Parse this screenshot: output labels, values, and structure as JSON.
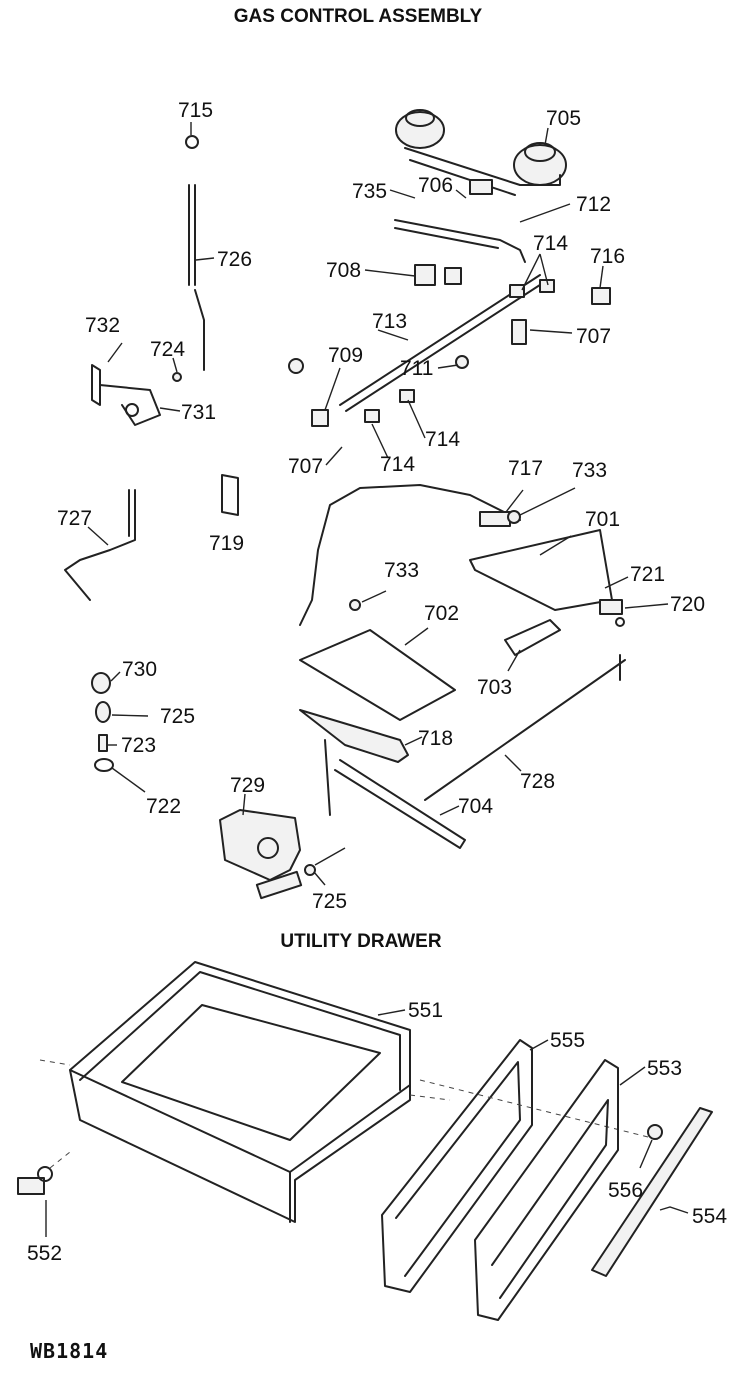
{
  "titles": {
    "gas_control_assembly": "GAS CONTROL ASSEMBLY",
    "utility_drawer": "UTILITY DRAWER"
  },
  "model_number": "WB1814",
  "callouts": {
    "c715": "715",
    "c705": "705",
    "c735": "735",
    "c706": "706",
    "c712": "712",
    "c726": "726",
    "c714a": "714",
    "c716": "716",
    "c708": "708",
    "c713": "713",
    "c707a": "707",
    "c732": "732",
    "c724": "724",
    "c709": "709",
    "c711": "711",
    "c731": "731",
    "c714b": "714",
    "c707b": "707",
    "c714c": "714",
    "c717": "717",
    "c733a": "733",
    "c727": "727",
    "c719": "719",
    "c701": "701",
    "c733b": "733",
    "c721": "721",
    "c702": "702",
    "c720": "720",
    "c730": "730",
    "c703": "703",
    "c725a": "725",
    "c723": "723",
    "c718": "718",
    "c722": "722",
    "c728": "728",
    "c729": "729",
    "c704": "704",
    "c725b": "725",
    "c551": "551",
    "c555": "555",
    "c553": "553",
    "c556": "556",
    "c554": "554",
    "c552": "552"
  }
}
